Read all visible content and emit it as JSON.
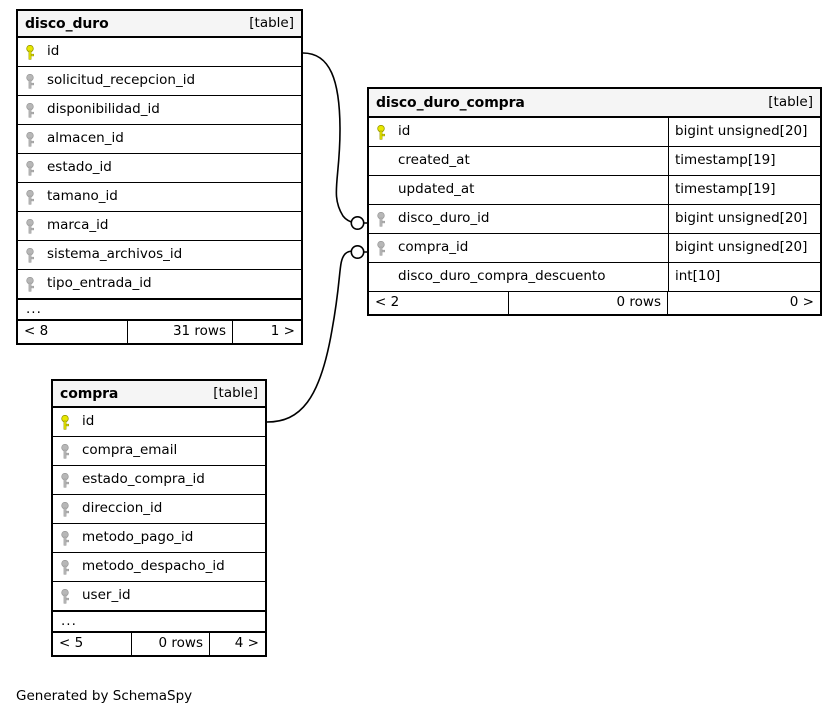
{
  "diagram": {
    "generator_note": "Generated by SchemaSpy",
    "table_tag": "[table]",
    "ellipsis": "...",
    "pk_icon": "yellow-key-icon",
    "fk_icon": "gray-key-icon",
    "pk_color": "#e8e800",
    "fk_color": "#b0b0b0",
    "header_bg": "#f5f5f5",
    "line_color": "#000000"
  },
  "tables": {
    "disco_duro": {
      "name": "disco_duro",
      "tag": "[table]",
      "columns": [
        {
          "name": "id",
          "key": "pk"
        },
        {
          "name": "solicitud_recepcion_id",
          "key": "fk"
        },
        {
          "name": "disponibilidad_id",
          "key": "fk"
        },
        {
          "name": "almacen_id",
          "key": "fk"
        },
        {
          "name": "estado_id",
          "key": "fk"
        },
        {
          "name": "tamano_id",
          "key": "fk"
        },
        {
          "name": "marca_id",
          "key": "fk"
        },
        {
          "name": "sistema_archivos_id",
          "key": "fk"
        },
        {
          "name": "tipo_entrada_id",
          "key": "fk"
        }
      ],
      "more": "...",
      "footer": {
        "left": "< 8",
        "middle": "31 rows",
        "right": "1 >"
      }
    },
    "disco_duro_compra": {
      "name": "disco_duro_compra",
      "tag": "[table]",
      "columns": [
        {
          "name": "id",
          "type": "bigint unsigned[20]",
          "key": "pk"
        },
        {
          "name": "created_at",
          "type": "timestamp[19]",
          "key": "none"
        },
        {
          "name": "updated_at",
          "type": "timestamp[19]",
          "key": "none"
        },
        {
          "name": "disco_duro_id",
          "type": "bigint unsigned[20]",
          "key": "fk"
        },
        {
          "name": "compra_id",
          "type": "bigint unsigned[20]",
          "key": "fk"
        },
        {
          "name": "disco_duro_compra_descuento",
          "type": "int[10]",
          "key": "none"
        }
      ],
      "footer": {
        "left": "< 2",
        "middle": "0 rows",
        "right": "0 >"
      }
    },
    "compra": {
      "name": "compra",
      "tag": "[table]",
      "columns": [
        {
          "name": "id",
          "key": "pk"
        },
        {
          "name": "compra_email",
          "key": "fk"
        },
        {
          "name": "estado_compra_id",
          "key": "fk"
        },
        {
          "name": "direccion_id",
          "key": "fk"
        },
        {
          "name": "metodo_pago_id",
          "key": "fk"
        },
        {
          "name": "metodo_despacho_id",
          "key": "fk"
        },
        {
          "name": "user_id",
          "key": "fk"
        }
      ],
      "more": "...",
      "footer": {
        "left": "< 5",
        "middle": "0 rows",
        "right": "4 >"
      }
    }
  },
  "relationships": [
    {
      "from": "disco_duro.id",
      "to": "disco_duro_compra.disco_duro_id",
      "style": "crows-foot-zero-or-many"
    },
    {
      "from": "compra.id",
      "to": "disco_duro_compra.compra_id",
      "style": "crows-foot-zero-or-many"
    }
  ]
}
